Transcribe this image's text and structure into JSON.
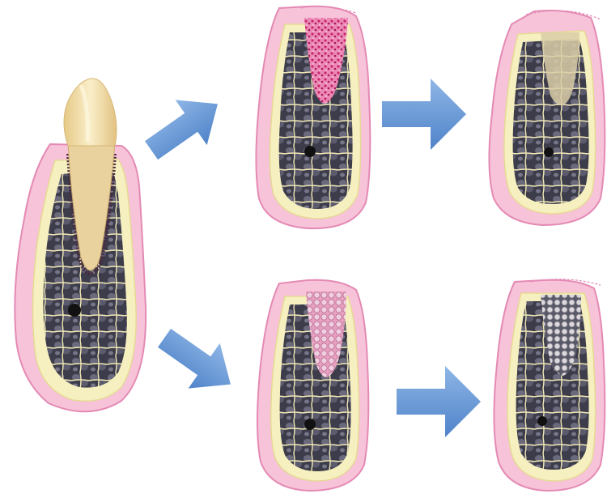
{
  "colors": {
    "gingiva": "#f5b8d2",
    "gingiva_edge": "#e489b4",
    "bone_cortex": "#f7f2c3",
    "bone_edge": "#e8dc95",
    "marrow": "#3a3946",
    "marrow_cell": "#68677a",
    "tooth_crown": "#f3e3b4",
    "tooth_root": "#e9d09c",
    "graft_pink": "#d93e7f",
    "graft_beads": "#d9b7c8",
    "regenerated": "#d8cba6",
    "arrow": "#5d8ed0",
    "arrow_light": "#9fc1ea"
  },
  "icons": {
    "arrow": "right-arrow-icon"
  },
  "diagram": {
    "panels": [
      "extraction-socket-with-tooth",
      "socket-graft-fresh",
      "socket-graft-healed",
      "socket-beads-fresh",
      "socket-beads-healed"
    ]
  }
}
